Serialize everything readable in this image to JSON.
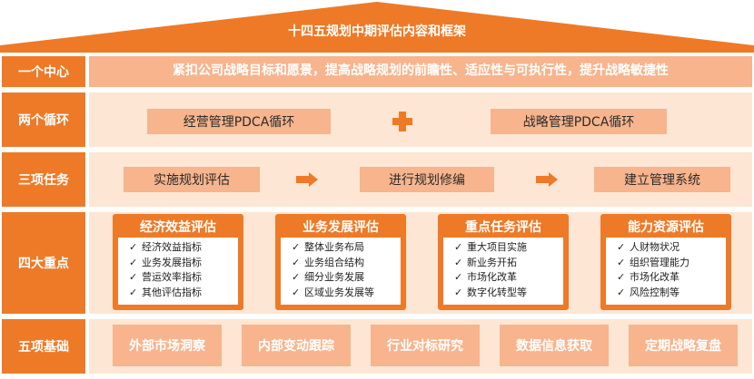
{
  "title": "十四五规划中期评估内容和框架",
  "rows": {
    "center": {
      "label": "一个中心",
      "text": "紧扣公司战略目标和愿景，提高战略规划的前瞻性、适应性与可执行性，提升战略敏捷性"
    },
    "cycles": {
      "label": "两个循环",
      "items": [
        "经营管理PDCA循环",
        "战略管理PDCA循环"
      ]
    },
    "tasks": {
      "label": "三项任务",
      "items": [
        "实施规划评估",
        "进行规划修编",
        "建立管理系统"
      ]
    },
    "focus": {
      "label": "四大重点",
      "cards": [
        {
          "title": "经济效益评估",
          "items": [
            "经济效益指标",
            "业务发展指标",
            "营运效率指标",
            "其他评估指标"
          ]
        },
        {
          "title": "业务发展评估",
          "items": [
            "整体业务布局",
            "业务组合结构",
            "细分业务发展",
            "区域业务发展等"
          ]
        },
        {
          "title": "重点任务评估",
          "items": [
            "重大项目实施",
            "新业务开拓",
            "市场化改革",
            "数字化转型等"
          ]
        },
        {
          "title": "能力资源评估",
          "items": [
            "人财物状况",
            "组织管理能力",
            "市场化改革",
            "风险控制等"
          ]
        }
      ]
    },
    "foundations": {
      "label": "五项基础",
      "items": [
        "外部市场洞察",
        "内部变动跟踪",
        "行业对标研究",
        "数据信息获取",
        "定期战略复盘"
      ]
    }
  },
  "icons": {
    "check": "check-icon",
    "plus": "plus-icon",
    "arrow": "arrow-right-icon"
  },
  "colors": {
    "primary": "#ee7a27",
    "light": "#f7b48d",
    "panel": "#fde6d4"
  }
}
